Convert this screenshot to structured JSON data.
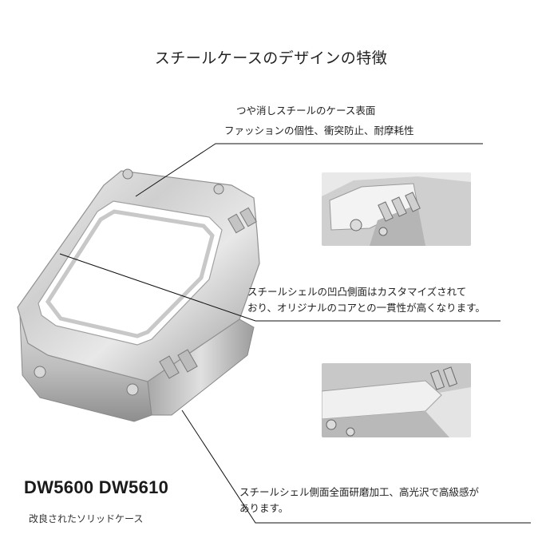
{
  "title": "スチールケースのデザインの特徴",
  "callouts": {
    "surface_line1": "つや消しスチールのケース表面",
    "surface_line2": "ファッションの個性、衝突防止、耐摩耗性",
    "side_line1": "スチールシェルの凹凸側面はカスタマイズされて",
    "side_line2": "おり、オリジナルのコアとの一貫性が高くなります。",
    "polish_line1": "スチールシェル側面全面研磨加工、高光沢で高級感が",
    "polish_line2": "あります。"
  },
  "model": {
    "name": "DW5600 DW5610",
    "subtitle": "改良されたソリッドケース"
  },
  "colors": {
    "steel_light": "#e6e6e6",
    "steel_mid": "#bdbdbd",
    "steel_dark": "#7d7d7d",
    "line": "#111111"
  }
}
